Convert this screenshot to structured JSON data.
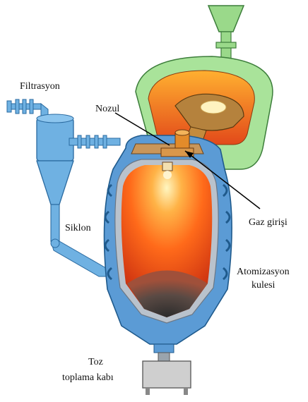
{
  "labels": {
    "filtration": "Filtrasyon",
    "nozzle": "Nozul",
    "cyclone": "Siklon",
    "gas_inlet": "Gaz girişi",
    "tower_line1": "Atomizasyon",
    "tower_line2": "kulesi",
    "collector_line1": "Toz",
    "collector_line2": "toplama kabı"
  },
  "colors": {
    "furnace_green": "#9ad98a",
    "tower_blue": "#5b9bd5",
    "cyclone_blue": "#6fb1e2",
    "melt_orange": "#ff7a1a",
    "powder_gray": "#4a4a4a",
    "collector_gray": "#cfcfcf"
  }
}
